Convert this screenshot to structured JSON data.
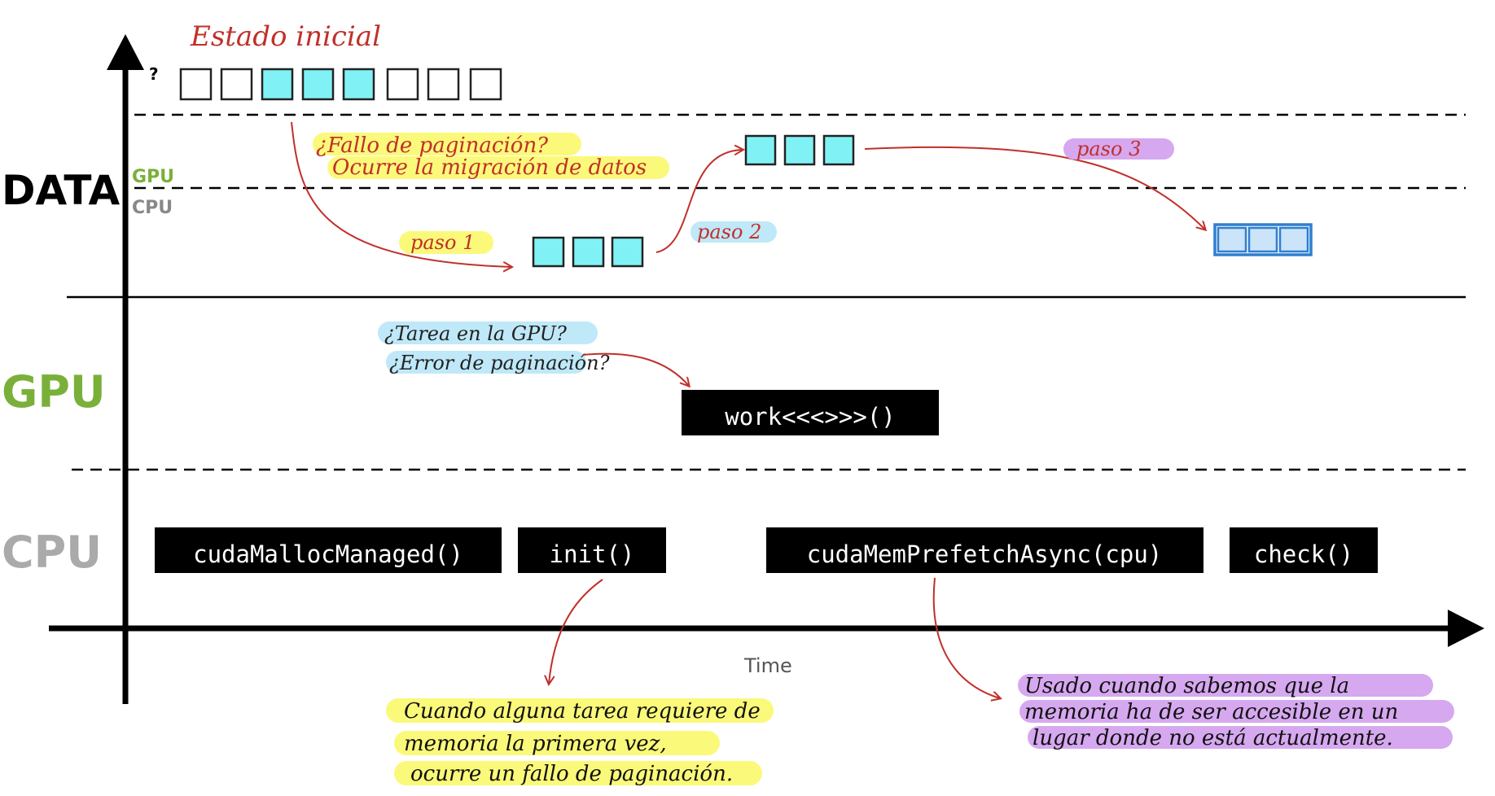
{
  "axis": {
    "y_marker": "?",
    "x_label": "Time"
  },
  "lanes": {
    "data": "DATA",
    "data_gpu": "GPU",
    "data_cpu": "CPU",
    "gpu": "GPU",
    "cpu": "CPU"
  },
  "notes": {
    "initial_state": "Estado inicial",
    "page_fault_q1": "¿Fallo de paginación?",
    "page_fault_q2": "Ocurre la migración de datos",
    "step1": "paso 1",
    "step2": "paso 2",
    "step3": "paso 3",
    "gpu_task_q1": "¿Tarea en la GPU?",
    "gpu_task_q2": "¿Error de paginación?",
    "init_note_1": "Cuando alguna tarea requiere de",
    "init_note_2": "memoria la primera vez,",
    "init_note_3": "ocurre un fallo de paginación.",
    "prefetch_note_1": "Usado cuando sabemos que la",
    "prefetch_note_2": "memoria ha de ser accesible en un",
    "prefetch_note_3": "lugar donde no está actualmente."
  },
  "calls": {
    "malloc": "cudaMallocManaged()",
    "init": "init()",
    "work": "work<<<>>>()",
    "prefetch": "cudaMemPrefetchAsync(cpu)",
    "check": "check()"
  },
  "colors": {
    "cyan_cell": "#80f2f5",
    "blue_cell": "#cce4f7",
    "blue_cell_border": "#2e7fd0",
    "gpu_green": "#7ab03a",
    "cpu_gray": "#aaaaaa",
    "red_ink": "#c0302a",
    "highlight_yellow": "#fbf97a",
    "highlight_cyan": "#bfe8f8",
    "highlight_purple": "#d6a8f0"
  }
}
